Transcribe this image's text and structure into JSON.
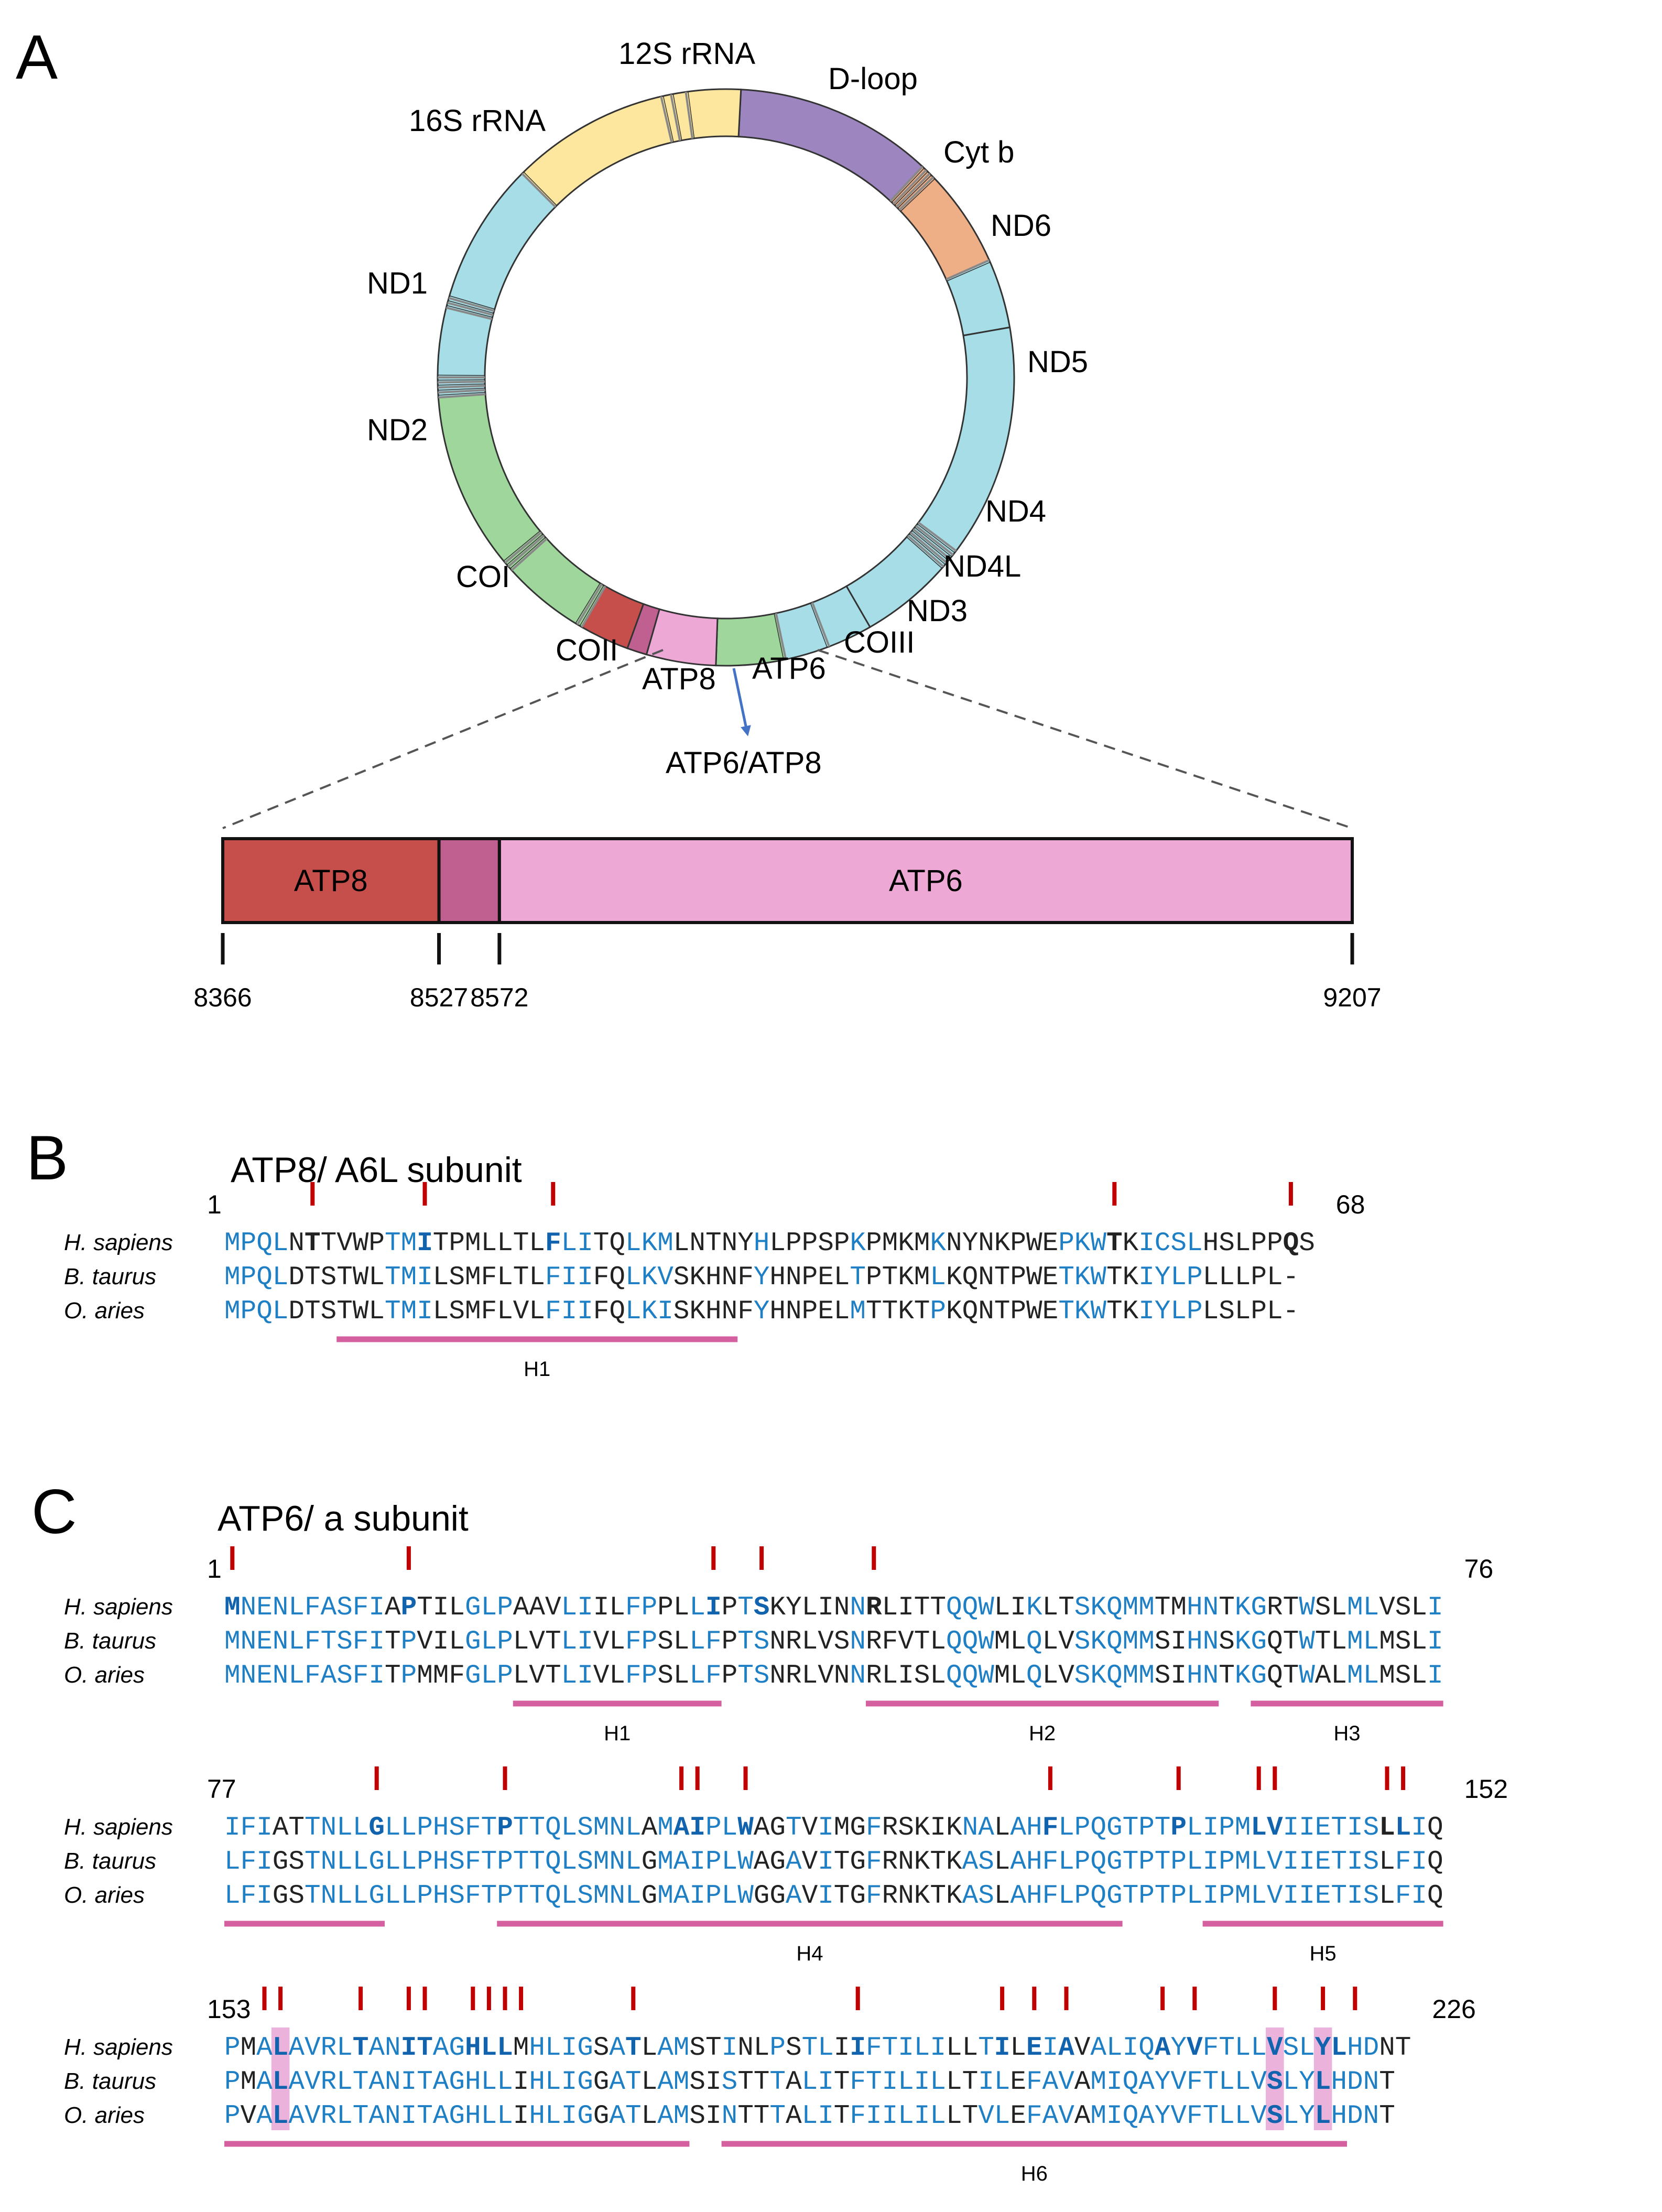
{
  "panels": {
    "a": {
      "letter": "A",
      "genome_segments": [
        {
          "label": "D-loop",
          "start": 3,
          "end": 43,
          "color": "#9d86bf"
        },
        {
          "label": "Cyt b",
          "start": 43,
          "end": 66,
          "color": "#efaf86"
        },
        {
          "label": "ND6",
          "start": 66,
          "end": 80,
          "color": "#a6dde6"
        },
        {
          "label": "ND5",
          "start": 80,
          "end": 130,
          "color": "#a6dde6"
        },
        {
          "label": "ND4",
          "start": 130,
          "end": 150,
          "color": "#a6dde6"
        },
        {
          "label": "ND4L",
          "start": 150,
          "end": 159,
          "color": "#a6dde6"
        },
        {
          "label": "ND3",
          "start": 159,
          "end": 168,
          "color": "#a6dde6"
        },
        {
          "label": "COIII",
          "start": 168,
          "end": 182,
          "color": "#9fd69b"
        },
        {
          "label": "ATP6",
          "start": 182,
          "end": 196,
          "color": "#eda8d6"
        },
        {
          "label": "ATP6/ATP8 overlap",
          "start": 196,
          "end": 200,
          "color": "#c06090"
        },
        {
          "label": "ATP8",
          "start": 200,
          "end": 210,
          "color": "#c64f4c"
        },
        {
          "label": "COII",
          "start": 210,
          "end": 228,
          "color": "#9fd69b"
        },
        {
          "label": "COI",
          "start": 228,
          "end": 266,
          "color": "#9fd69b"
        },
        {
          "label": "ND2",
          "start": 266,
          "end": 285,
          "color": "#a6dde6"
        },
        {
          "label": "ND1",
          "start": 285,
          "end": 315,
          "color": "#a6dde6"
        },
        {
          "label": "16S rRNA",
          "start": 315,
          "end": 349,
          "color": "#fde69e"
        },
        {
          "label": "12S rRNA",
          "start": 349,
          "end": 3,
          "color": "#fde69e"
        }
      ],
      "trna_marks": [
        347,
        352,
        43,
        44,
        45,
        46,
        66,
        127,
        128,
        129,
        130,
        131,
        159,
        168,
        210,
        211,
        228,
        229,
        230,
        266,
        267,
        268,
        269,
        270,
        284,
        285,
        286,
        315,
        349
      ],
      "genome_labels": [
        "12S rRNA",
        "D-loop",
        "16S rRNA",
        "Cyt b",
        "ND6",
        "ND1",
        "ND5",
        "ND2",
        "ND4",
        "COI",
        "ND4L",
        "ND3",
        "COII",
        "COIII",
        "ATP8",
        "ATP6"
      ],
      "arrow_label": "ATP6/ATP8",
      "bar": {
        "range": [
          8366,
          9207
        ],
        "segments": [
          {
            "label": "ATP8",
            "start": 8366,
            "end": 8527,
            "color": "#c64f4c"
          },
          {
            "label": "",
            "start": 8527,
            "end": 8572,
            "color": "#c06090"
          },
          {
            "label": "ATP6",
            "start": 8572,
            "end": 9207,
            "color": "#eda8d6"
          }
        ],
        "ticks": [
          "8366",
          "8527",
          "8572",
          "9207"
        ]
      }
    },
    "b": {
      "letter": "B",
      "title": "ATP8/ A6L subunit",
      "blocks": [
        {
          "start_num": "1",
          "end_num": "68",
          "species": [
            "H. sapiens",
            "B. taurus",
            "O. aries"
          ],
          "rows": [
            "MPQLNTTVWPTMITPMLLTLFLITQLKMLNTNYHLPPSPKPMKMKNYNKPWEPKWTKICSLHSLPPQS",
            "MPQLDTSTWLTMILSMFLTLFIIFQLKVSKHNFYHNPELTPTKMLKQNTPWETKWTKIYLPLLLPL-",
            "MPQLDTSTWLTMILSMFLVLFIIFQLKISKHNFYHNPELMTTKTPKQNTPWETKWTKIYLPLSLPL-"
          ],
          "conserved": "xxxx......xxx.......xxx..xxx.....x.....x....x.......xxx..xxxx.......xx..",
          "bold": [
            5,
            12,
            20,
            55,
            66
          ],
          "markers": [
            5,
            12,
            20,
            55,
            66
          ],
          "highlight": [],
          "helices": [
            {
              "label": "H1",
              "start": 7,
              "end": 32
            }
          ]
        }
      ]
    },
    "c": {
      "letter": "C",
      "title": "ATP6/ a subunit",
      "blocks": [
        {
          "start_num": "1",
          "end_num": "76",
          "species": [
            "H. sapiens",
            "B. taurus",
            "O. aries"
          ],
          "rows": [
            "MNENLFASFIAPTILGLPAAVLIILFPPLLIPTSKYLINNRLITTQQWLIKLTSKQMMTMHNTKGRTWSLMLVSLI",
            "MNENLFTSFITPVILGLPLVTLIVLFPSLLFPTSNRLVSNRFVTLQQWMLQLVSKQMMSIHNSKGQTWTLMLMSLI",
            "MNENLFASFITPMMFGLPLVTLIVLFPSLLFPTSNRLVNNRLISLQQWMLQLVSKQMMSIHNTKGQTWALMLMSLI"
          ],
          "conserved": "xxxxxxxxxx.x...xxx...xx..xx..xx.xx.....x.....xxx..x..xxxxx..xx.xx..x..xx...x..",
          "bold": [
            0,
            11,
            30,
            33,
            40
          ],
          "markers": [
            0,
            11,
            30,
            33,
            40
          ],
          "highlight": [],
          "helices": [
            {
              "label": "H1",
              "start": 18,
              "end": 31
            },
            {
              "label": "H2",
              "start": 40,
              "end": 62
            },
            {
              "label": "H3",
              "start": 64,
              "end": 76
            }
          ]
        },
        {
          "start_num": "77",
          "end_num": "152",
          "species": [
            "H. sapiens",
            "B. taurus",
            "O. aries"
          ],
          "rows": [
            "IFIATTNLLGLLPHSFTPTTQLSMNLAMAIPLWAGTVIMGFRSKIKNALAHFLPQGTPTPLIPMLVIIETISLLIQ",
            "LFIGSTNLLGLLPHSFTPTTQLSMNLGMAIPLWAGAVITGFRNKTKASLAHFLPQGTPTPLIPMLVIIETISLFIQ",
            "LFIGSTNLLGLLPHSFTPTTQLSMNLGMAIPLWGGAVITGFRNKTKASLAHFLPQGTPTPLIPMLVIIETISLFIQ"
          ],
          "conserved": "xxx..xxxxxxxxxxxxxxxxxxxxx.xxxxxx..x.x..x.....xx.xxxxxxxxxxxxxxxxxxxxxxx.xx",
          "bold": [
            9,
            17,
            28,
            29,
            32,
            51,
            59,
            64,
            65,
            72,
            73
          ],
          "markers": [
            9,
            17,
            28,
            29,
            32,
            51,
            59,
            64,
            65,
            72,
            73
          ],
          "highlight": [],
          "helices": [
            {
              "label": "",
              "start": 0,
              "end": 10
            },
            {
              "label": "H4",
              "start": 17,
              "end": 56
            },
            {
              "label": "H5",
              "start": 61,
              "end": 76
            }
          ]
        },
        {
          "start_num": "153",
          "end_num": "226",
          "species": [
            "H. sapiens",
            "B. taurus",
            "O. aries"
          ],
          "rows": [
            "PMALAVRLTANITAGHLLMHLIGSATLAMSTINLPSTLIIFTILILLTILEIAVALIQAYVFTLLVSLYLHDNT",
            "PMALAVRLTANITAGHLLIHLIGGATLAMSISTTTALITFTILILLTILEFAVAMIQAYVFTLLVSLYLHDNT",
            "PVALAVRLTANITAGHLLIHLIGGATLAMSINTTTALITFIILILLTVLEFAVAMIQAYVFTLLVSLYLHDNT"
          ],
          "conserved": "x.xxxxxxxxxxxxxxxx.xxxx.xx.xx..x..x.xx.xxxxxx..xx.xxx.xxxxxxxxxxxxxxxxxx",
          "bold": [
            3,
            8,
            11,
            12,
            15,
            16,
            17,
            25,
            39,
            48,
            50,
            52,
            58,
            60,
            65,
            68,
            69
          ],
          "markers": [
            2,
            3,
            8,
            11,
            12,
            15,
            16,
            17,
            18,
            25,
            39,
            48,
            50,
            52,
            58,
            60,
            65,
            68,
            70
          ],
          "highlight": [
            3,
            65,
            68
          ],
          "helices": [
            {
              "label": "",
              "start": 0,
              "end": 29
            },
            {
              "label": "H6",
              "start": 31,
              "end": 70
            }
          ]
        }
      ]
    }
  }
}
